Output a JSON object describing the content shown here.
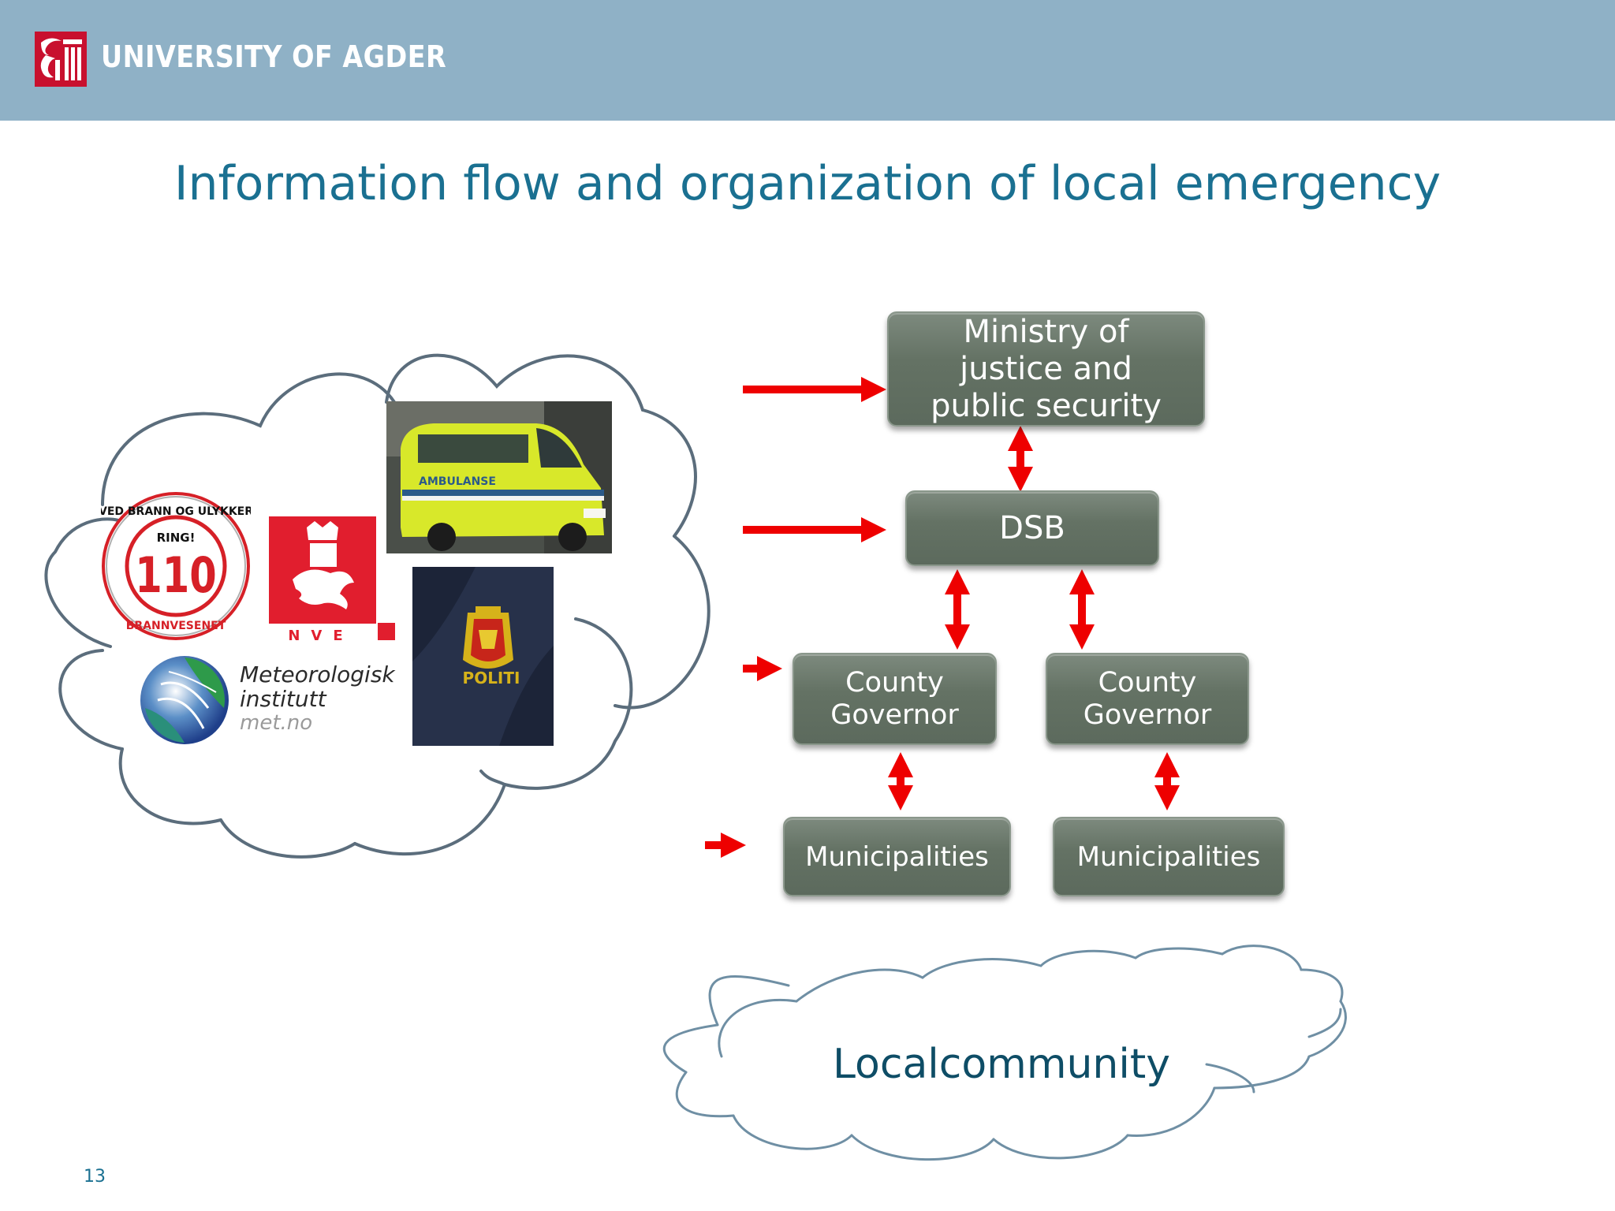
{
  "header": {
    "brand_name": "UNIVERSITY OF AGDER",
    "background_color": "#8fb1c6"
  },
  "title": "Information flow and organization of local emergency",
  "diagram": {
    "nodes": {
      "ministry": "Ministry of\njustice and\npublic security",
      "dsb": "DSB",
      "county_governor_left": "County\nGovernor",
      "county_governor_right": "County\nGovernor",
      "municipalities_left": "Municipalities",
      "municipalities_right": "Municipalities"
    },
    "edges": [
      {
        "from": "ministry",
        "to": "dsb",
        "direction": "both"
      },
      {
        "from": "dsb",
        "to": "county_governor_left",
        "direction": "both"
      },
      {
        "from": "dsb",
        "to": "county_governor_right",
        "direction": "both"
      },
      {
        "from": "county_governor_left",
        "to": "municipalities_left",
        "direction": "both"
      },
      {
        "from": "county_governor_right",
        "to": "municipalities_right",
        "direction": "both"
      },
      {
        "from": "information_sources",
        "to": "ministry",
        "direction": "forward"
      },
      {
        "from": "information_sources",
        "to": "dsb",
        "direction": "forward"
      },
      {
        "from": "information_sources",
        "to": "county_governor_left",
        "direction": "forward"
      },
      {
        "from": "information_sources",
        "to": "municipalities_left",
        "direction": "forward"
      }
    ],
    "node_color": "#647264",
    "arrow_color": "#ee0000"
  },
  "sources_cloud": {
    "logo_110": {
      "top_text": "VED BRANN OG ULYKKER",
      "ring": "RING!",
      "number": "110",
      "bottom_text": "BRANNVESENET"
    },
    "logo_nve": {
      "text": "NVE",
      "color": "#e11e2e"
    },
    "logo_met": {
      "line1": "Meteorologisk",
      "line2": "institutt",
      "domain": "met.no"
    },
    "photo_ambulance": {
      "text": "AMBULANSE"
    },
    "photo_police": {
      "text": "POLITI"
    }
  },
  "community_cloud": {
    "label": "Localcommunity"
  },
  "slide_number": "13"
}
